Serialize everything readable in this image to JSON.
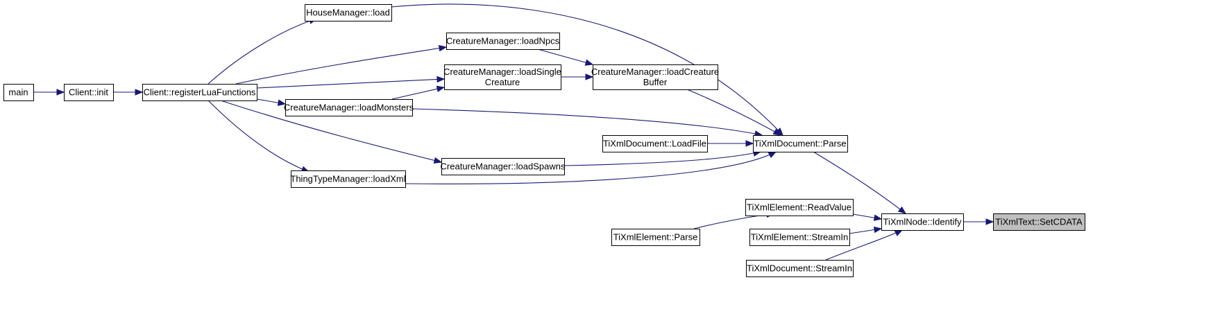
{
  "diagram": {
    "type": "call-graph",
    "nodes": [
      {
        "id": "main",
        "label": [
          "main"
        ],
        "highlight": false,
        "interactable": true
      },
      {
        "id": "client_init",
        "label": [
          "Client::init"
        ],
        "highlight": false,
        "interactable": true
      },
      {
        "id": "register_lua",
        "label": [
          "Client::registerLuaFunctions"
        ],
        "highlight": false,
        "interactable": true
      },
      {
        "id": "house_load",
        "label": [
          "HouseManager::load"
        ],
        "highlight": false,
        "interactable": true
      },
      {
        "id": "cm_load_npcs",
        "label": [
          "CreatureManager::loadNpcs"
        ],
        "highlight": false,
        "interactable": true
      },
      {
        "id": "cm_load_single",
        "label": [
          "CreatureManager::loadSingle",
          "Creature"
        ],
        "highlight": false,
        "interactable": true
      },
      {
        "id": "cm_load_monsters",
        "label": [
          "CreatureManager::loadMonsters"
        ],
        "highlight": false,
        "interactable": true
      },
      {
        "id": "cm_load_spawns",
        "label": [
          "CreatureManager::loadSpawns"
        ],
        "highlight": false,
        "interactable": true
      },
      {
        "id": "thing_load_xml",
        "label": [
          "ThingTypeManager::loadXml"
        ],
        "highlight": false,
        "interactable": true
      },
      {
        "id": "cm_load_buffer",
        "label": [
          "CreatureManager::loadCreature",
          "Buffer"
        ],
        "highlight": false,
        "interactable": true
      },
      {
        "id": "doc_loadfile",
        "label": [
          "TiXmlDocument::LoadFile"
        ],
        "highlight": false,
        "interactable": true
      },
      {
        "id": "doc_parse",
        "label": [
          "TiXmlDocument::Parse"
        ],
        "highlight": false,
        "interactable": true
      },
      {
        "id": "el_readvalue",
        "label": [
          "TiXmlElement::ReadValue"
        ],
        "highlight": false,
        "interactable": true
      },
      {
        "id": "el_parse",
        "label": [
          "TiXmlElement::Parse"
        ],
        "highlight": false,
        "interactable": true
      },
      {
        "id": "el_streamin",
        "label": [
          "TiXmlElement::StreamIn"
        ],
        "highlight": false,
        "interactable": true
      },
      {
        "id": "doc_streamin",
        "label": [
          "TiXmlDocument::StreamIn"
        ],
        "highlight": false,
        "interactable": true
      },
      {
        "id": "node_identify",
        "label": [
          "TiXmlNode::Identify"
        ],
        "highlight": false,
        "interactable": true
      },
      {
        "id": "text_setcdata",
        "label": [
          "TiXmlText::SetCDATA"
        ],
        "highlight": true,
        "interactable": false
      }
    ],
    "edges": [
      {
        "from": "main",
        "to": "client_init"
      },
      {
        "from": "client_init",
        "to": "register_lua"
      },
      {
        "from": "register_lua",
        "to": "house_load"
      },
      {
        "from": "register_lua",
        "to": "cm_load_npcs"
      },
      {
        "from": "register_lua",
        "to": "cm_load_single"
      },
      {
        "from": "register_lua",
        "to": "cm_load_monsters"
      },
      {
        "from": "register_lua",
        "to": "cm_load_spawns"
      },
      {
        "from": "register_lua",
        "to": "thing_load_xml"
      },
      {
        "from": "cm_load_monsters",
        "to": "cm_load_single"
      },
      {
        "from": "cm_load_npcs",
        "to": "cm_load_buffer"
      },
      {
        "from": "cm_load_single",
        "to": "cm_load_buffer"
      },
      {
        "from": "house_load",
        "to": "doc_parse"
      },
      {
        "from": "cm_load_buffer",
        "to": "doc_parse"
      },
      {
        "from": "cm_load_monsters",
        "to": "doc_parse"
      },
      {
        "from": "doc_loadfile",
        "to": "doc_parse"
      },
      {
        "from": "cm_load_spawns",
        "to": "doc_parse"
      },
      {
        "from": "thing_load_xml",
        "to": "doc_parse"
      },
      {
        "from": "el_parse",
        "to": "el_readvalue"
      },
      {
        "from": "doc_parse",
        "to": "node_identify"
      },
      {
        "from": "el_readvalue",
        "to": "node_identify"
      },
      {
        "from": "el_streamin",
        "to": "node_identify"
      },
      {
        "from": "doc_streamin",
        "to": "node_identify"
      },
      {
        "from": "node_identify",
        "to": "text_setcdata"
      }
    ]
  }
}
